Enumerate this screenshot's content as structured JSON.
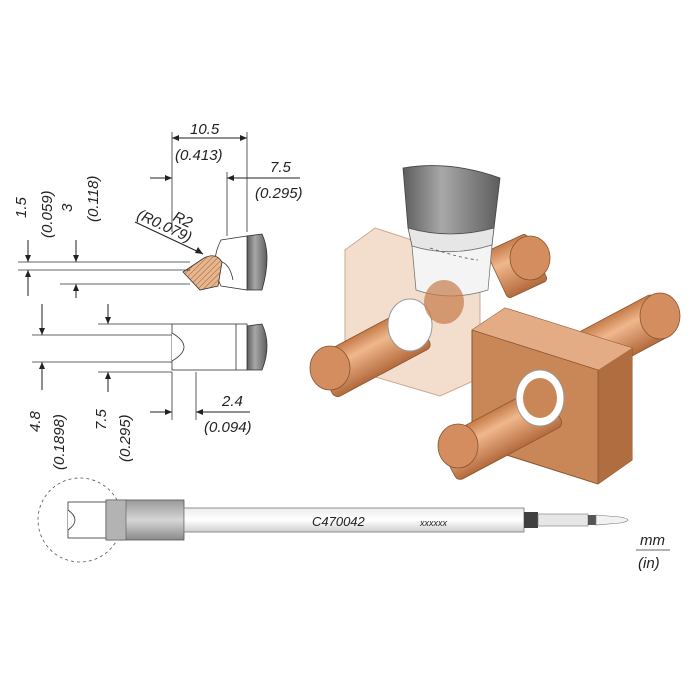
{
  "dimensions": {
    "width_top": {
      "mm": "10.5",
      "in": "(0.413)"
    },
    "width_right": {
      "mm": "7.5",
      "in": "(0.295)"
    },
    "radius": {
      "mm": "R2",
      "in": "(R0.079)"
    },
    "gap_small": {
      "mm": "1.5",
      "in": "(0.059)"
    },
    "gap_mid": {
      "mm": "3",
      "in": "(0.118)"
    },
    "depth": {
      "mm": "2.4",
      "in": "(0.094)"
    },
    "height_a": {
      "mm": "4.8",
      "in": "(0.1898)"
    },
    "height_b": {
      "mm": "7.5",
      "in": "(0.295)"
    }
  },
  "product": {
    "code": "C470042",
    "serial": "xxxxxx"
  },
  "units": {
    "primary": "mm",
    "secondary": "(in)"
  },
  "colors": {
    "copper": "#d9a078",
    "copper_dark": "#b9764c",
    "board": "#e8c4aa",
    "steel": "#8a8a8a"
  }
}
